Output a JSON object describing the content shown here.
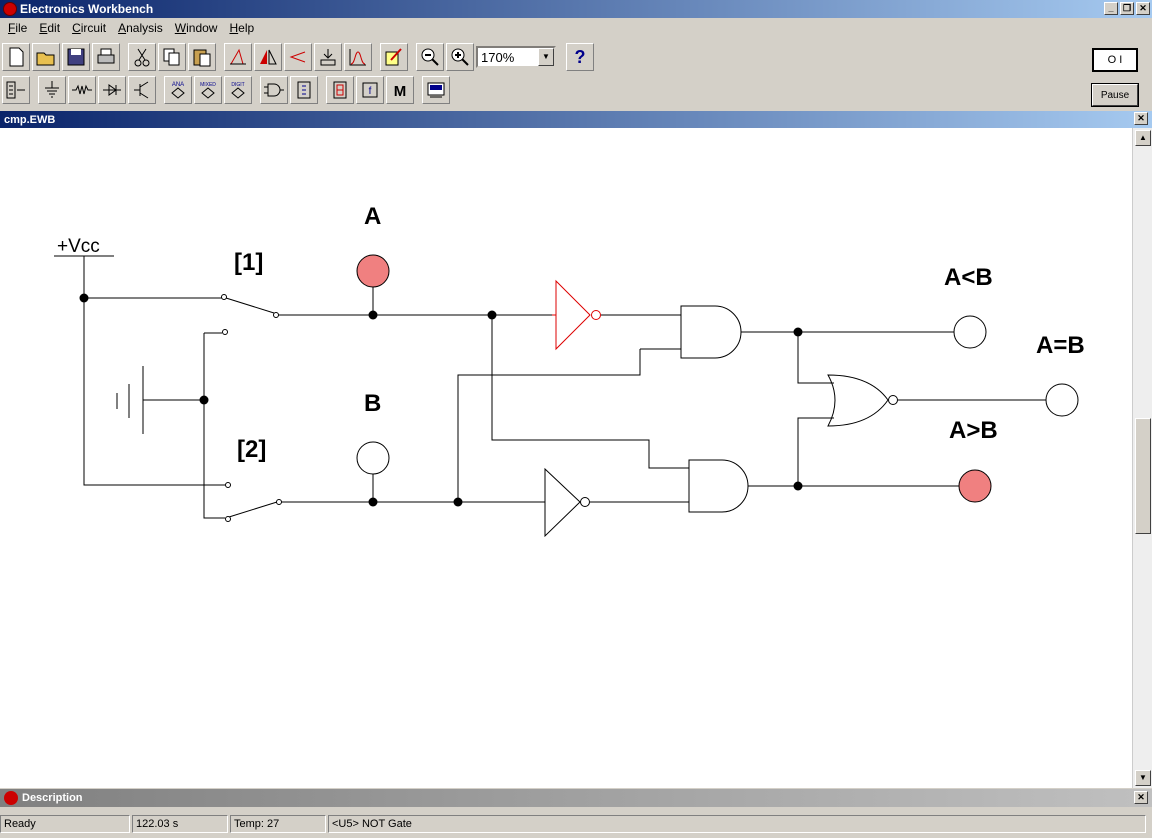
{
  "app": {
    "title": "Electronics Workbench"
  },
  "menu": [
    "File",
    "Edit",
    "Circuit",
    "Analysis",
    "Window",
    "Help"
  ],
  "toolbar": {
    "zoom": "170%",
    "help_label": "?",
    "ana_label": "ANA",
    "mixed_label": "MIXED",
    "digit_label": "DIGIT",
    "m_label": "M",
    "f_label": "f"
  },
  "power": {
    "label": "O I"
  },
  "pause": {
    "label": "Pause"
  },
  "document": {
    "title": "cmp.EWB"
  },
  "circuit": {
    "vcc_label": "+Vcc",
    "switch1_label": "[1]",
    "switch2_label": "[2]",
    "probe_a_label": "A",
    "probe_b_label": "B",
    "out_less_label": "A<B",
    "out_equal_label": "A=B",
    "out_greater_label": "A>B",
    "probe_a_state": "on",
    "probe_b_state": "off",
    "out_less_state": "off",
    "out_equal_state": "off",
    "out_greater_state": "on",
    "lit_color": "#f08080"
  },
  "description": {
    "title": "Description"
  },
  "status": {
    "ready": "Ready",
    "time": "122.03 s",
    "temp": "Temp:  27",
    "selection": "<U5> NOT Gate"
  }
}
